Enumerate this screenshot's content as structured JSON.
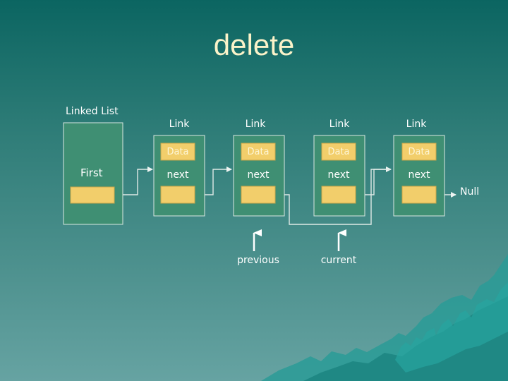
{
  "title": "delete",
  "linked_list_label": "Linked List",
  "first_label": "First",
  "null_label": "Null",
  "links": [
    {
      "header": "Link",
      "data": "Data",
      "next": "next"
    },
    {
      "header": "Link",
      "data": "Data",
      "next": "next"
    },
    {
      "header": "Link",
      "data": "Data",
      "next": "next"
    },
    {
      "header": "Link",
      "data": "Data",
      "next": "next"
    }
  ],
  "pointers": {
    "previous": "previous",
    "current": "current"
  },
  "colors": {
    "box_fill": "#3f8f73",
    "box_stroke": "#d9e7e2",
    "field_fill": "#f2ce6b",
    "field_stroke": "#c9a64a",
    "line": "#dfe9e6",
    "title": "#fbf3c9"
  },
  "decoration": "mountain-silhouette"
}
